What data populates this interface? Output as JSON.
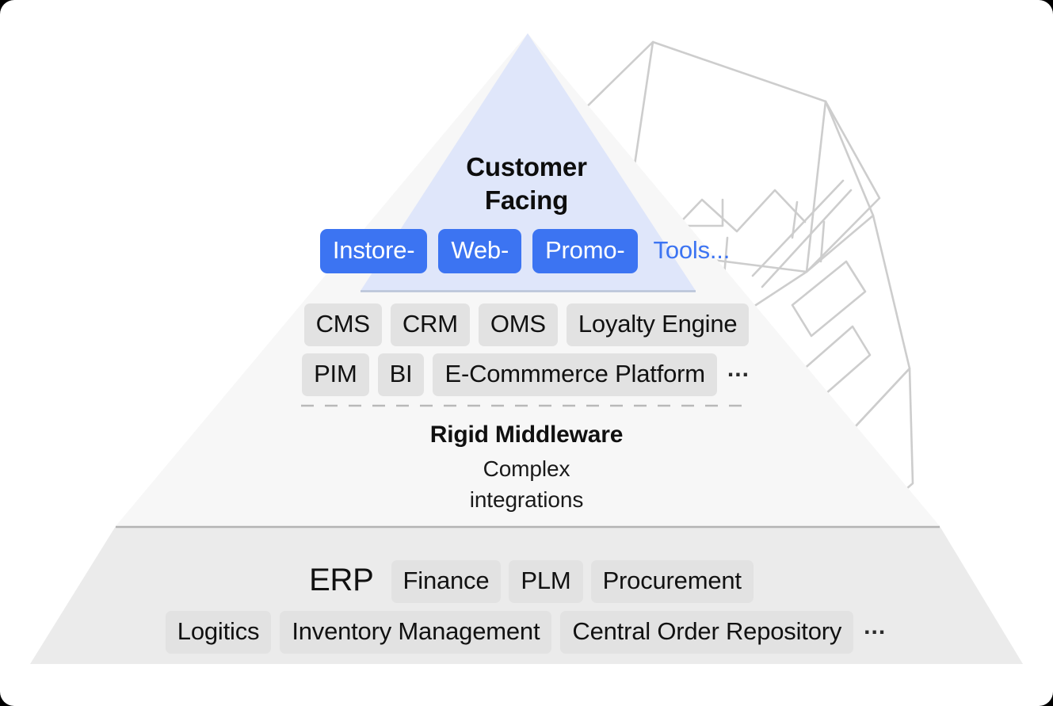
{
  "diagram": {
    "title": "Legacy retail commerce stack pyramid",
    "colors": {
      "accent_blue": "#3c74f2",
      "apex_fill": "#dfe6fa",
      "mid_fill": "#f7f7f7",
      "base_fill": "#ebebeb",
      "chip_gray": "#e2e2e2",
      "sketch_line": "#cfcfcf",
      "divider": "#c9c9c9",
      "text": "#111111",
      "page_bg": "#ffffff"
    }
  },
  "apex": {
    "heading_line_1": "Customer",
    "heading_line_2": "Facing",
    "tools": [
      {
        "label": "Instore-",
        "style": "blue"
      },
      {
        "label": "Web-",
        "style": "blue"
      },
      {
        "label": "Promo-",
        "style": "blue"
      },
      {
        "label": "Tools...",
        "style": "bluetext"
      }
    ]
  },
  "middle": {
    "apps_row_1": [
      {
        "label": "CMS",
        "style": "gray"
      },
      {
        "label": "CRM",
        "style": "gray"
      },
      {
        "label": "OMS",
        "style": "gray"
      },
      {
        "label": "Loyalty Engine",
        "style": "gray"
      }
    ],
    "apps_row_2": [
      {
        "label": "PIM",
        "style": "gray"
      },
      {
        "label": "BI",
        "style": "gray"
      },
      {
        "label": "E-Commmerce Platform",
        "style": "gray"
      },
      {
        "label": "...",
        "style": "dots"
      }
    ],
    "title": "Rigid Middleware",
    "subtitle_line_1": "Complex",
    "subtitle_line_2": "integrations"
  },
  "base": {
    "systems_row_1": [
      {
        "label": "ERP",
        "style": "bare"
      },
      {
        "label": "Finance",
        "style": "gray"
      },
      {
        "label": "PLM",
        "style": "gray"
      },
      {
        "label": "Procurement",
        "style": "gray"
      }
    ],
    "systems_row_2": [
      {
        "label": "Logitics",
        "style": "gray"
      },
      {
        "label": "Inventory Management",
        "style": "gray"
      },
      {
        "label": "Central Order Repository",
        "style": "gray"
      },
      {
        "label": "...",
        "style": "dots"
      }
    ]
  },
  "background_art": {
    "icon": "wireframe-stacked-boxes-sketch",
    "description": "Faint gray line-art of tilted stacked 3D boxes behind the pyramid"
  }
}
